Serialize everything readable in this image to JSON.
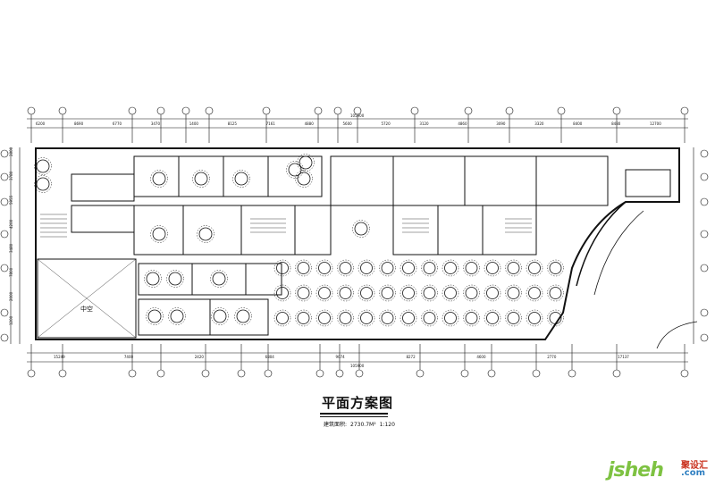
{
  "title": "平面方案图",
  "subtitle": {
    "area_label": "建筑面积:",
    "area_value": "2730.7M²",
    "scale": "1:120"
  },
  "labels": {
    "atrium": "中空"
  },
  "top_dims": [
    "6200",
    "8690",
    "6770",
    "3470",
    "1400",
    "8125",
    "7161",
    "4880",
    "5600",
    "5720",
    "3120",
    "4860",
    "3090",
    "3320",
    "8400",
    "8480",
    "12700"
  ],
  "top_total": "105900",
  "bottom_dims": [
    "15249",
    "7400",
    "2420",
    "6804",
    "9074",
    "8272",
    "4600",
    "2770",
    "17137"
  ],
  "bottom_total": "105900",
  "left_dims": [
    "2800",
    "3780",
    "5955",
    "4200",
    "3480",
    "7800",
    "2000",
    "1200"
  ],
  "watermark": {
    "main": "jsheh",
    "cn": "聚设汇",
    "com": ".com"
  }
}
